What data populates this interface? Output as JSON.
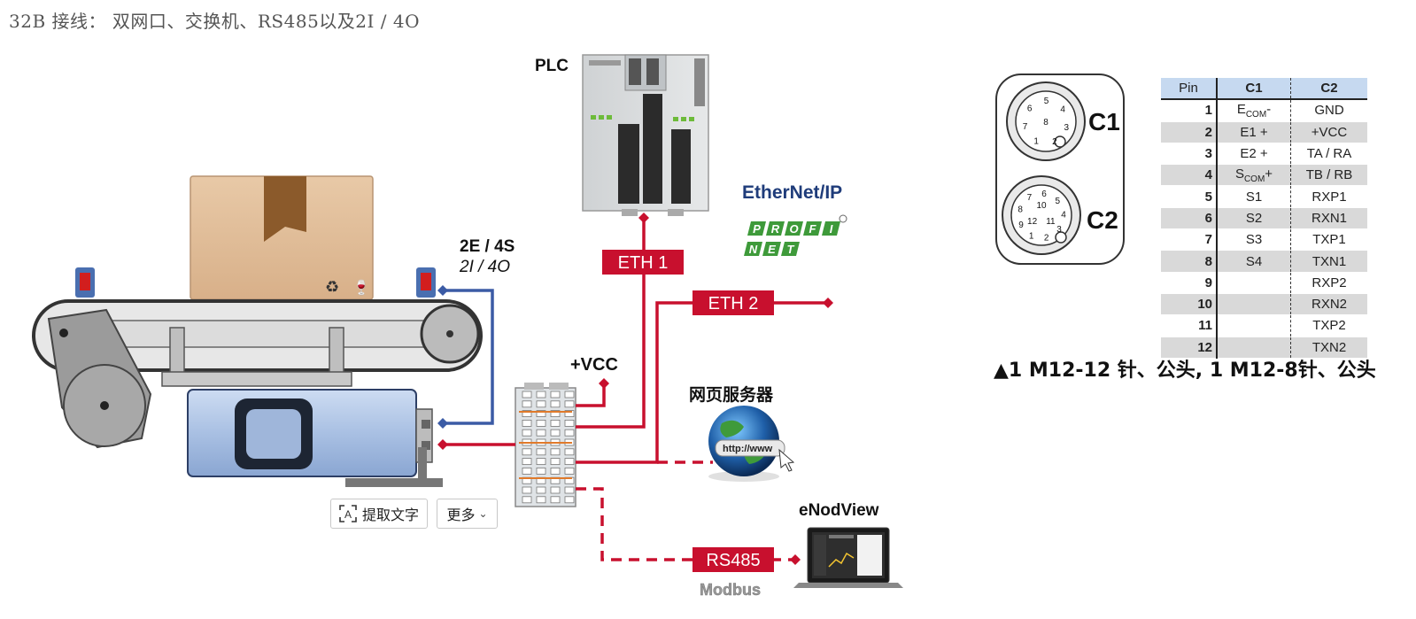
{
  "page_title": "32B 接线： 双网口、交换机、RS485以及2I / 4O",
  "labels": {
    "plc": "PLC",
    "ethernet_ip": "EtherNet/IP",
    "profinet_top": "PROFI",
    "profinet_bottom": "NET",
    "io_line1": "2E / 4S",
    "io_line2": "2I / 4O",
    "vcc": "+VCC",
    "eth1": "ETH 1",
    "eth2": "ETH 2",
    "web_server": "网页服务器",
    "http": "http://www",
    "enodview": "eNodView",
    "rs485": "RS485",
    "modbus": "Modbus"
  },
  "connector": {
    "c1_label": "C1",
    "c2_label": "C2",
    "c1_pins": [
      "1",
      "2",
      "3",
      "4",
      "5",
      "6",
      "7",
      "8"
    ],
    "c2_pins": [
      "1",
      "2",
      "3",
      "4",
      "5",
      "6",
      "7",
      "8",
      "9",
      "10",
      "11",
      "12"
    ],
    "caption": "▲1 M12-12 针、公头, 1 M12-8针、公头"
  },
  "pin_table": {
    "headers": [
      "Pin",
      "C1",
      "C2"
    ],
    "rows": [
      {
        "pin": "1",
        "c1": "E",
        "c1_sub": "COM",
        "c1_suffix": "-",
        "c2": "GND"
      },
      {
        "pin": "2",
        "c1": "E1 +",
        "c1_sub": "",
        "c1_suffix": "",
        "c2": "+VCC"
      },
      {
        "pin": "3",
        "c1": "E2 +",
        "c1_sub": "",
        "c1_suffix": "",
        "c2": "TA / RA"
      },
      {
        "pin": "4",
        "c1": "S",
        "c1_sub": "COM",
        "c1_suffix": "+",
        "c2": "TB / RB"
      },
      {
        "pin": "5",
        "c1": "S1",
        "c1_sub": "",
        "c1_suffix": "",
        "c2": "RXP1"
      },
      {
        "pin": "6",
        "c1": "S2",
        "c1_sub": "",
        "c1_suffix": "",
        "c2": "RXN1"
      },
      {
        "pin": "7",
        "c1": "S3",
        "c1_sub": "",
        "c1_suffix": "",
        "c2": "TXP1"
      },
      {
        "pin": "8",
        "c1": "S4",
        "c1_sub": "",
        "c1_suffix": "",
        "c2": "TXN1"
      },
      {
        "pin": "9",
        "c1": "",
        "c1_sub": "",
        "c1_suffix": "",
        "c2": "RXP2"
      },
      {
        "pin": "10",
        "c1": "",
        "c1_sub": "",
        "c1_suffix": "",
        "c2": "RXN2"
      },
      {
        "pin": "11",
        "c1": "",
        "c1_sub": "",
        "c1_suffix": "",
        "c2": "TXP2"
      },
      {
        "pin": "12",
        "c1": "",
        "c1_sub": "",
        "c1_suffix": "",
        "c2": "TXN2"
      }
    ]
  },
  "toolbar": {
    "ocr_label": "提取文字",
    "more_label": "更多"
  },
  "colors": {
    "wire_red": "#c8102e",
    "wire_blue": "#3b5ba5",
    "table_header": "#c6d9f0",
    "profinet_green": "#3e9a3a"
  }
}
